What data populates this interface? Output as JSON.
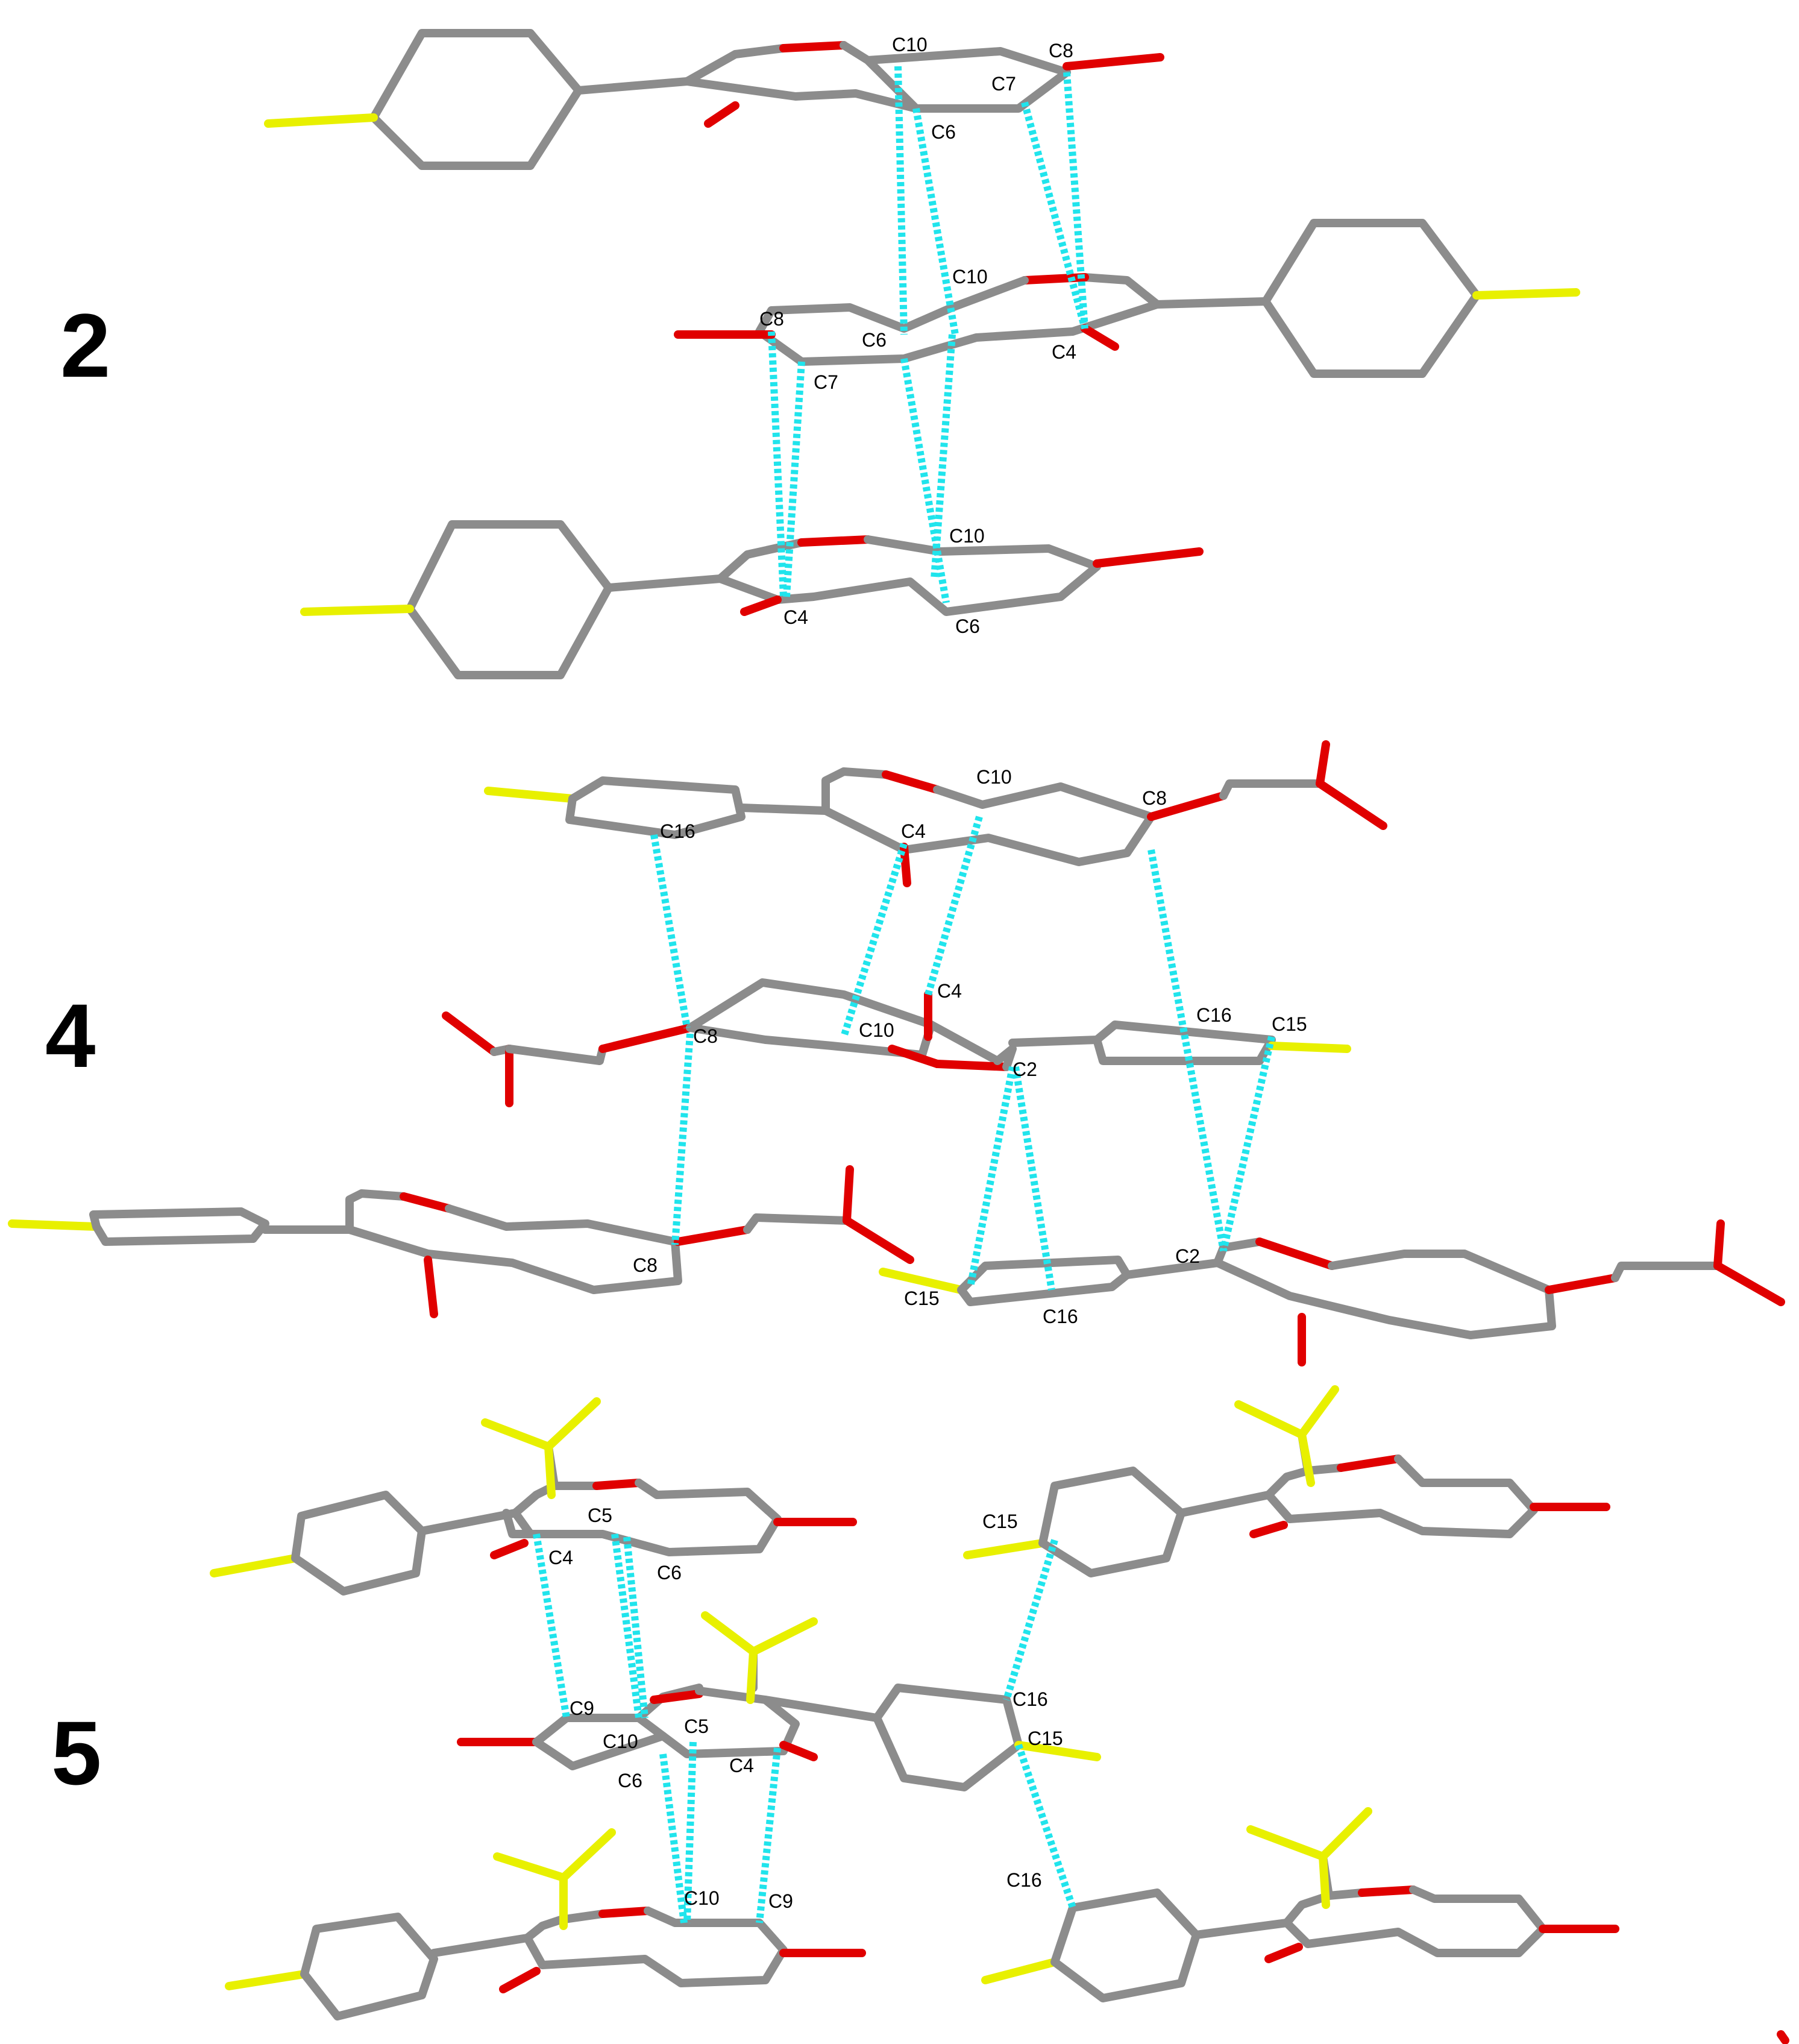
{
  "colors": {
    "carbon": "#8c8c8c",
    "oxygen": "#e00000",
    "fluorine": "#e8f000",
    "contact": "#20e4ec",
    "text": "#000000"
  },
  "panels": [
    {
      "id": "2",
      "label": "2",
      "atom_labels": [
        "C10",
        "C8",
        "C7",
        "C6",
        "C10",
        "C8",
        "C6",
        "C7",
        "C4",
        "C10",
        "C4",
        "C6"
      ]
    },
    {
      "id": "4",
      "label": "4",
      "atom_labels": [
        "C10",
        "C8",
        "C16",
        "C4",
        "C4",
        "C8",
        "C10",
        "C16",
        "C15",
        "C2",
        "C8",
        "C2",
        "C15",
        "C16"
      ]
    },
    {
      "id": "5",
      "label": "5",
      "atom_labels": [
        "C5",
        "C4",
        "C6",
        "C15",
        "C16",
        "C15",
        "C9",
        "C10",
        "C5",
        "C6",
        "C4",
        "C16",
        "C10",
        "C9"
      ]
    }
  ]
}
